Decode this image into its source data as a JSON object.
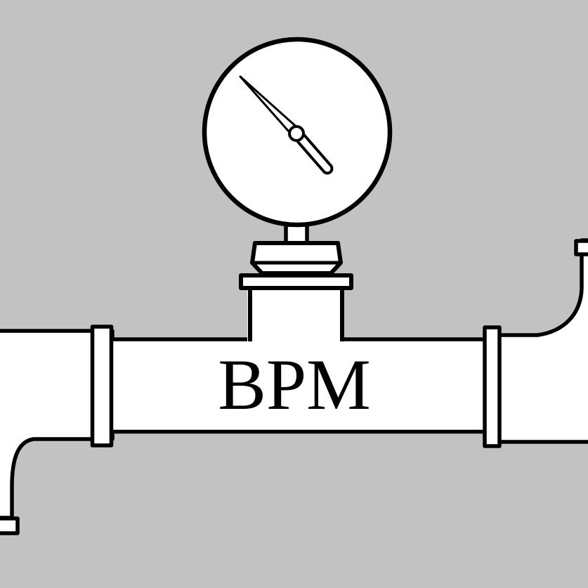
{
  "scene": {
    "description": "Line drawing of a pressure gauge mounted on a horizontal pipe tee with flanges; pipe elbows exit at bottom-left and top-right",
    "pipe_label": "BPM",
    "gauge": {
      "needle_direction": "upper-left",
      "dial_markings": ""
    }
  },
  "colors": {
    "background": "#c2c2c2",
    "line": "#000000",
    "fill": "#ffffff"
  }
}
